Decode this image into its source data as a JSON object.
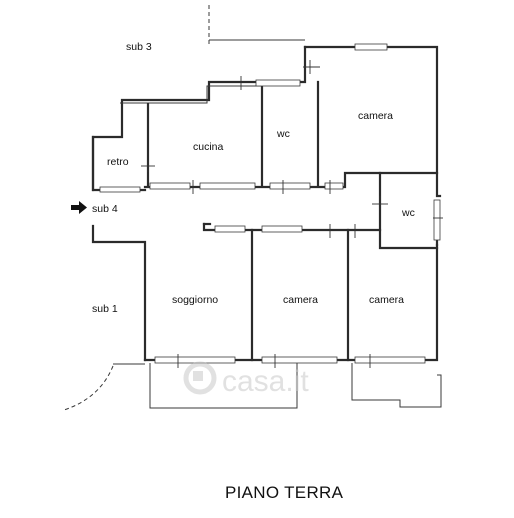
{
  "title": "PIANO TERRA",
  "watermark": "casa.it",
  "icons": {
    "entrance": "arrow-right-icon",
    "watermark": "casa-logo-icon"
  },
  "zones": {
    "sub3": "sub 3",
    "sub4": "sub 4",
    "sub1": "sub 1"
  },
  "rooms": {
    "retro": "retro",
    "cucina": "cucina",
    "wc_top": "wc",
    "camera_top": "camera",
    "wc_right": "wc",
    "soggiorno": "soggiorno",
    "camera_mid": "camera",
    "camera_right": "camera"
  }
}
